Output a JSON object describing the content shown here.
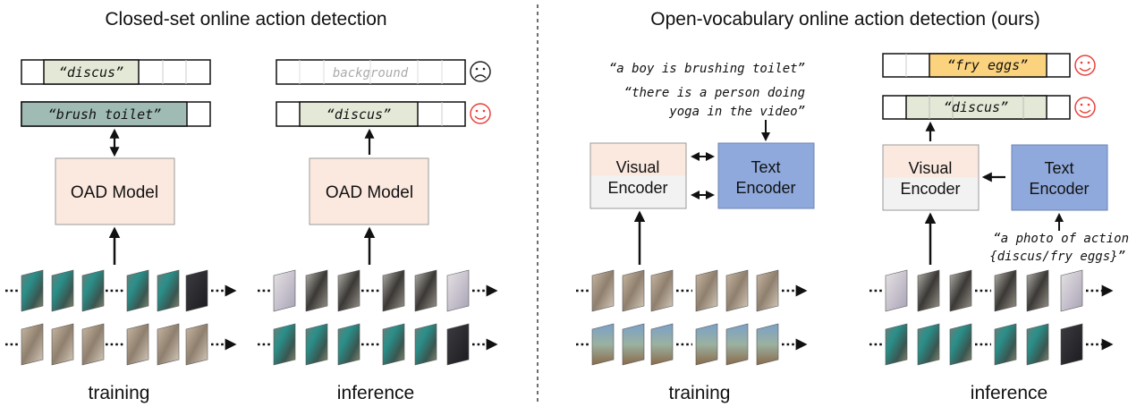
{
  "left_panel": {
    "title": "Closed-set online action detection",
    "train_top_label": "“discus”",
    "train_bottom_label": "“brush toilet”",
    "infer_top_label": "background",
    "infer_bottom_label": "“discus”",
    "model_label": "OAD Model",
    "training_caption": "training",
    "inference_caption": "inference"
  },
  "right_panel": {
    "title": "Open-vocabulary online action detection (ours)",
    "quote_1": "“a boy is brushing toilet”",
    "quote_2_line1": "“there is a person doing",
    "quote_2_line2": "yoga in the video”",
    "visual_encoder": [
      "Visual",
      "Encoder"
    ],
    "text_encoder": [
      "Text",
      "Encoder"
    ],
    "infer_top_label": "“fry eggs”",
    "infer_bottom_label": "“discus”",
    "prompt_line1": "“a photo of action",
    "prompt_line2": "{discus/fry eggs}”",
    "training_caption": "training",
    "inference_caption": "inference"
  },
  "colors": {
    "oad_box": "#fbe9e0",
    "text_encoder": "#8fa9dc",
    "visual_top": "#fbe9e0",
    "visual_bottom": "#f2f2f2",
    "discus_fill": "#e4e8d6",
    "brush_fill": "#9fbbb4",
    "fryeggs_fill": "#fbd27d",
    "smile": "#e8413a",
    "frown": "#222222"
  }
}
